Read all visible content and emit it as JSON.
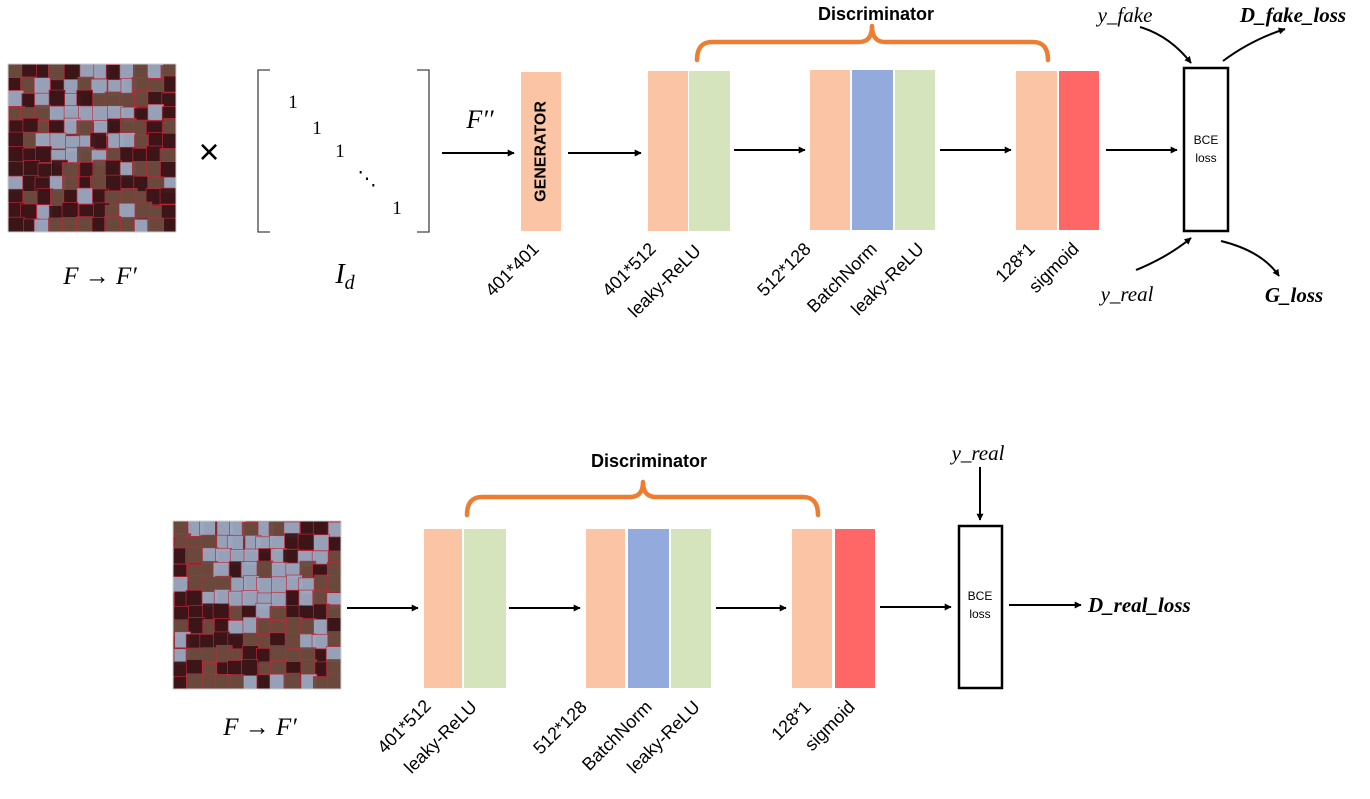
{
  "top": {
    "input_label": "F → F′",
    "times_symbol": "×",
    "matrix": {
      "entries": [
        "1",
        "1",
        "1",
        "⋱",
        "1"
      ],
      "label": "I",
      "label_sub": "d"
    },
    "arrow_label": "F′′",
    "generator_label": "GENERATOR",
    "generator_dims": "401*401",
    "discriminator_title": "Discriminator",
    "layers": {
      "l1_dims": "401*512",
      "l1_act": "leaky-ReLU",
      "l2_dims": "512*128",
      "l2_norm": "BatchNorm",
      "l2_act": "leaky-ReLU",
      "l3_dims": "128*1",
      "l3_act": "sigmoid"
    },
    "bce_line1": "BCE",
    "bce_line2": "loss",
    "y_fake": "y_fake",
    "y_real": "y_real",
    "d_fake_loss": "D_fake_loss",
    "g_loss": "G_loss"
  },
  "bottom": {
    "input_label": "F → F′",
    "discriminator_title": "Discriminator",
    "layers": {
      "l1_dims": "401*512",
      "l1_act": "leaky-ReLU",
      "l2_dims": "512*128",
      "l2_norm": "BatchNorm",
      "l2_act": "leaky-ReLU",
      "l3_dims": "128*1",
      "l3_act": "sigmoid"
    },
    "bce_line1": "BCE",
    "bce_line2": "loss",
    "y_real": "y_real",
    "d_real_loss": "D_real_loss"
  },
  "colors": {
    "linear": "#FBC4A4",
    "activation": "#D6E4BD",
    "batchnorm": "#92AADC",
    "sigmoid": "#FF6666",
    "brace": "#ED7D31",
    "image_bg": "#5a2c2a",
    "image_field": "#9aa8c0",
    "image_segment_line": "#c0283a"
  },
  "icons": {
    "arrow": "arrow-right-icon",
    "satellite_image": "segmented-satellite-image-icon"
  }
}
